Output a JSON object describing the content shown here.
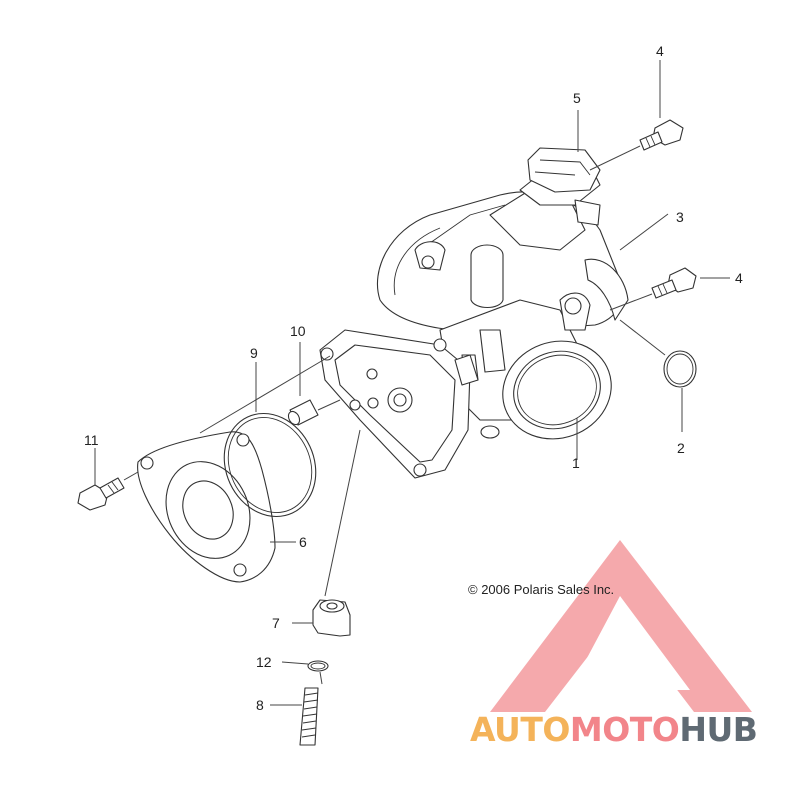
{
  "diagram": {
    "callouts": [
      {
        "id": "1",
        "label": "1"
      },
      {
        "id": "2",
        "label": "2"
      },
      {
        "id": "3",
        "label": "3"
      },
      {
        "id": "4a",
        "label": "4"
      },
      {
        "id": "4b",
        "label": "4"
      },
      {
        "id": "5",
        "label": "5"
      },
      {
        "id": "6",
        "label": "6"
      },
      {
        "id": "7",
        "label": "7"
      },
      {
        "id": "8",
        "label": "8"
      },
      {
        "id": "9",
        "label": "9"
      },
      {
        "id": "10",
        "label": "10"
      },
      {
        "id": "11",
        "label": "11"
      },
      {
        "id": "12",
        "label": "12"
      }
    ],
    "copyright": "© 2006 Polaris Sales Inc."
  },
  "watermark": {
    "brand_part1": "AUTO",
    "brand_part2": "MOTO",
    "brand_part3": "HUB",
    "colors": {
      "part1": "#f4b35a",
      "part2": "#f2858a",
      "part3": "#5f6a73",
      "logo": "#f39a9d"
    }
  }
}
